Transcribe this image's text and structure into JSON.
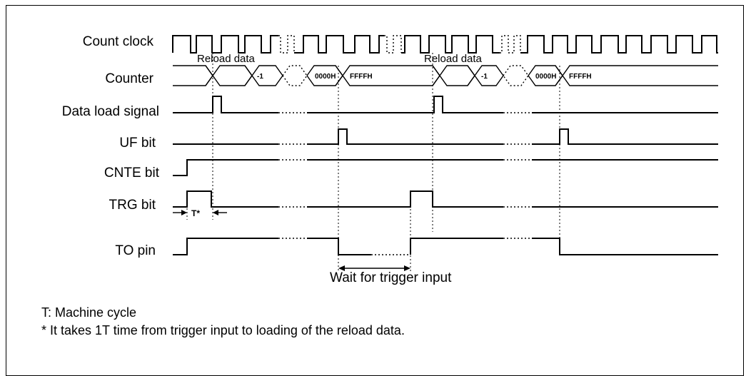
{
  "signals": {
    "count_clock": "Count clock",
    "counter": "Counter",
    "data_load_signal": "Data load signal",
    "uf_bit": "UF bit",
    "cnte_bit": "CNTE bit",
    "trg_bit": "TRG bit",
    "to_pin": "TO pin"
  },
  "annotations": {
    "reload_data_1": "Reload data",
    "reload_data_2": "Reload data",
    "counter_minus1_1": "-1",
    "counter_minus1_2": "-1",
    "counter_0000_1": "0000H",
    "counter_ffff_1": "FFFFH",
    "counter_0000_2": "0000H",
    "counter_ffff_2": "FFFFH",
    "t_marker": "T*",
    "wait_for_trigger": "Wait for trigger input"
  },
  "notes": {
    "machine_cycle": "T:  Machine cycle",
    "footnote": "*  It takes 1T time from trigger input to loading of the reload data."
  }
}
